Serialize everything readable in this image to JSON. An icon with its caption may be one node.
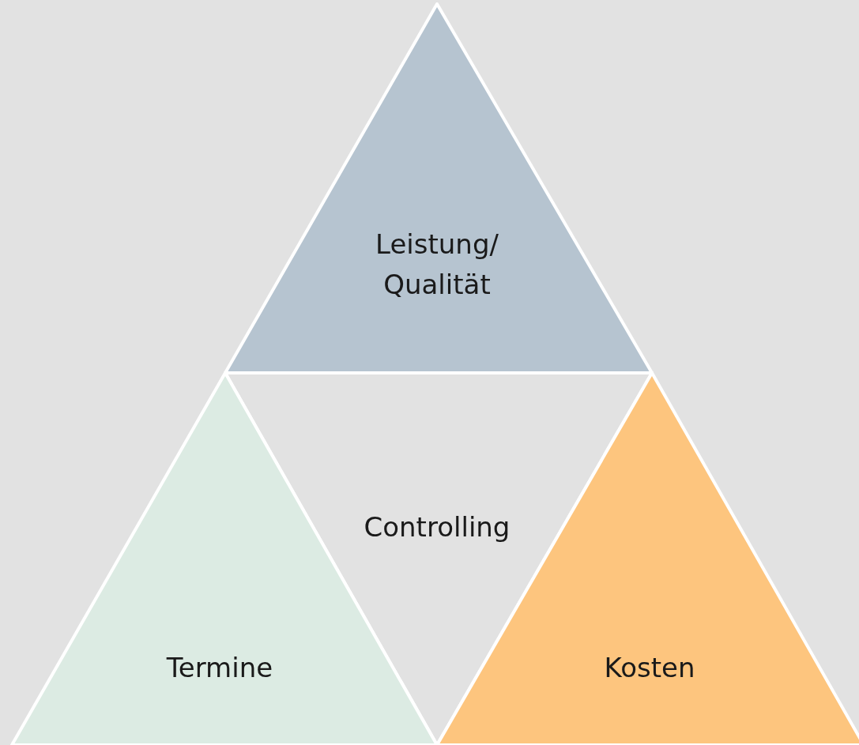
{
  "diagram": {
    "nodes": [
      {
        "text": [
          "Leistung/ Qualität"
        ]
      },
      {
        "text": [
          "Controlling"
        ]
      },
      {
        "text": [
          "Termine"
        ]
      },
      {
        "text": [
          "Kosten"
        ]
      }
    ]
  }
}
